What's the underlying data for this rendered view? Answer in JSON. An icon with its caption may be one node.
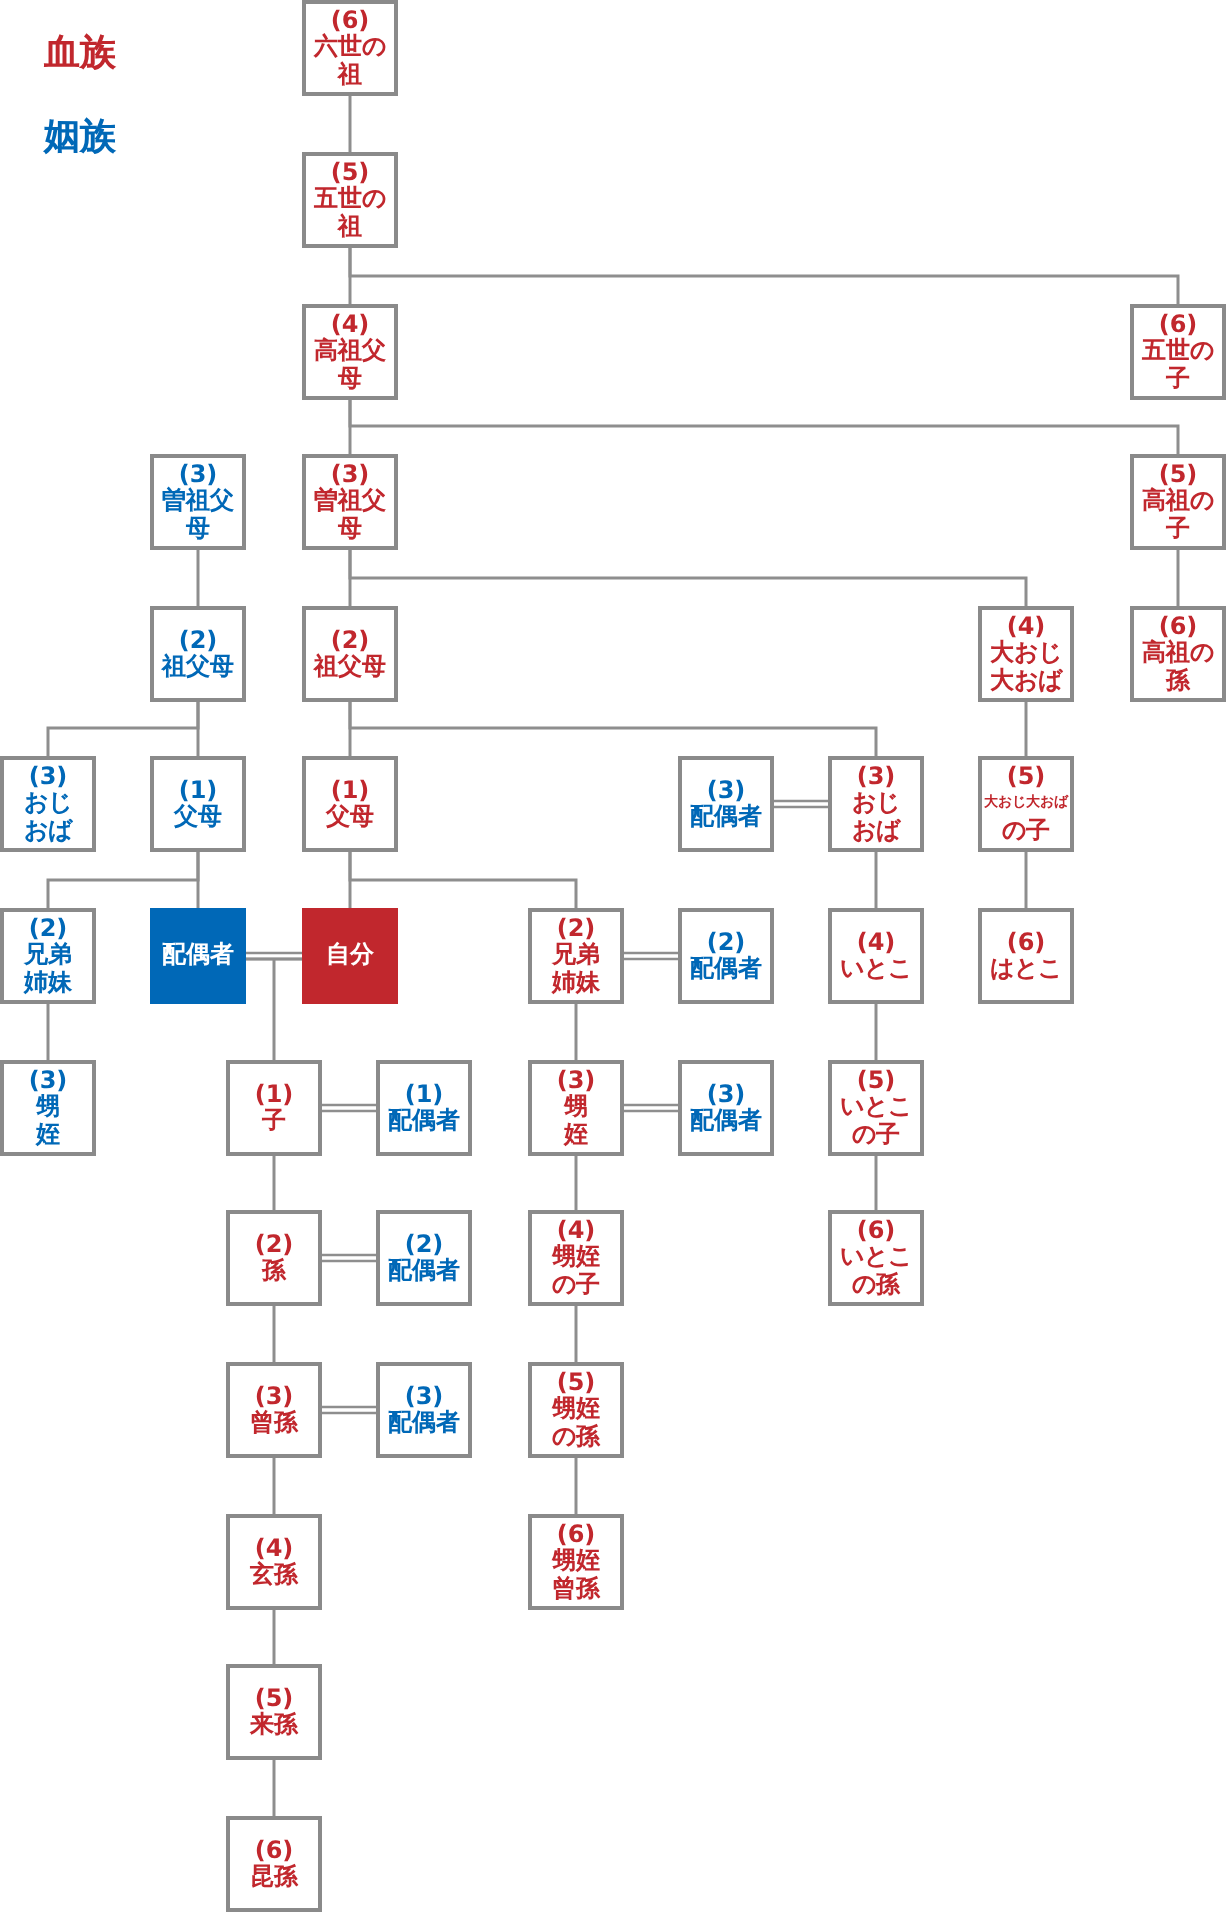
{
  "diagram": {
    "nodes": [
      {
        "text": [
          "(6)",
          "六世の祖"
        ]
      },
      {
        "text": [
          "(5)",
          "五世の祖"
        ]
      },
      {
        "text": [
          "(4)",
          "高祖父母"
        ]
      },
      {
        "text": [
          "(6)",
          "五世の子"
        ]
      },
      {
        "text": [
          "(3)",
          "曽祖父母"
        ]
      },
      {
        "text": [
          "(3)",
          "曽祖父母"
        ]
      },
      {
        "text": [
          "(5)",
          "高祖の子"
        ]
      },
      {
        "text": [
          "(2)",
          "祖父母"
        ]
      },
      {
        "text": [
          "(2)",
          "祖父母"
        ]
      },
      {
        "text": [
          "(4)",
          "大おじ大おば"
        ]
      },
      {
        "text": [
          "(6)",
          "高祖の孫"
        ]
      },
      {
        "text": [
          "(3)",
          "おじおば"
        ]
      },
      {
        "text": [
          "(1)",
          "父母"
        ]
      },
      {
        "text": [
          "(1)",
          "父母"
        ]
      },
      {
        "text": [
          "(3)",
          "配偶者"
        ]
      },
      {
        "text": [
          "(3)",
          "おじおば"
        ]
      },
      {
        "text": [
          "(5)",
          "大おじ大おばの子"
        ]
      },
      {
        "text": [
          "(2)",
          "兄弟姉妹"
        ]
      },
      {
        "text": [
          "配偶者"
        ]
      },
      {
        "text": [
          "自分"
        ]
      },
      {
        "text": [
          "(2)",
          "兄弟姉妹"
        ]
      },
      {
        "text": [
          "(2)",
          "配偶者"
        ]
      },
      {
        "text": [
          "(4)",
          "いとこ"
        ]
      },
      {
        "text": [
          "(6)",
          "はとこ"
        ]
      },
      {
        "text": [
          "(3)",
          "甥姪"
        ]
      },
      {
        "text": [
          "(1)",
          "子"
        ]
      },
      {
        "text": [
          "(1)",
          "配偶者"
        ]
      },
      {
        "text": [
          "(3)",
          "甥姪"
        ]
      },
      {
        "text": [
          "(3)",
          "配偶者"
        ]
      },
      {
        "text": [
          "(5)",
          "いとこの子"
        ]
      },
      {
        "text": [
          "(2)",
          "孫"
        ]
      },
      {
        "text": [
          "(2)",
          "配偶者"
        ]
      },
      {
        "text": [
          "(4)",
          "甥姪の子"
        ]
      },
      {
        "text": [
          "(6)",
          "いとこの孫"
        ]
      },
      {
        "text": [
          "(3)",
          "曾孫"
        ]
      },
      {
        "text": [
          "(3)",
          "配偶者"
        ]
      },
      {
        "text": [
          "(5)",
          "甥姪の孫"
        ]
      },
      {
        "text": [
          "(4)",
          "玄孫"
        ]
      },
      {
        "text": [
          "(6)",
          "甥姪曾孫"
        ]
      },
      {
        "text": [
          "(5)",
          "来孫"
        ]
      },
      {
        "text": [
          "(6)",
          "昆孫"
        ]
      }
    ],
    "edges": [
      {
        "from": 0,
        "to": 1,
        "arrow": "none"
      },
      {
        "from": 1,
        "to": 2,
        "arrow": "none"
      },
      {
        "from": 1,
        "to": 3,
        "arrow": "none"
      },
      {
        "from": 2,
        "to": 5,
        "arrow": "none"
      },
      {
        "from": 2,
        "to": 6,
        "arrow": "none"
      },
      {
        "from": 4,
        "to": 7,
        "arrow": "none"
      },
      {
        "from": 5,
        "to": 8,
        "arrow": "none"
      },
      {
        "from": 5,
        "to": 9,
        "arrow": "none"
      },
      {
        "from": 6,
        "to": 10,
        "arrow": "none"
      },
      {
        "from": 7,
        "to": 11,
        "arrow": "none"
      },
      {
        "from": 7,
        "to": 12,
        "arrow": "none"
      },
      {
        "from": 8,
        "to": 13,
        "arrow": "none"
      },
      {
        "from": 8,
        "to": 15,
        "arrow": "none"
      },
      {
        "from": 9,
        "to": 16,
        "arrow": "none"
      },
      {
        "from": 15,
        "to": 14,
        "arrow": "none"
      },
      {
        "from": 12,
        "to": 17,
        "arrow": "none"
      },
      {
        "from": 12,
        "to": 18,
        "arrow": "none"
      },
      {
        "from": 13,
        "to": 19,
        "arrow": "none"
      },
      {
        "from": 13,
        "to": 20,
        "arrow": "none"
      },
      {
        "from": 15,
        "to": 22,
        "arrow": "none"
      },
      {
        "from": 16,
        "to": 23,
        "arrow": "none"
      },
      {
        "from": 17,
        "to": 24,
        "arrow": "none"
      },
      {
        "from": 19,
        "to": 18,
        "arrow": "none"
      },
      {
        "from": 18,
        "to": 25,
        "arrow": "none"
      },
      {
        "from": 19,
        "to": 25,
        "arrow": "none"
      },
      {
        "from": 20,
        "to": 21,
        "arrow": "none"
      },
      {
        "from": 20,
        "to": 27,
        "arrow": "none"
      },
      {
        "from": 22,
        "to": 29,
        "arrow": "none"
      },
      {
        "from": 25,
        "to": 26,
        "arrow": "none"
      },
      {
        "from": 25,
        "to": 30,
        "arrow": "none"
      },
      {
        "from": 27,
        "to": 28,
        "arrow": "none"
      },
      {
        "from": 27,
        "to": 32,
        "arrow": "none"
      },
      {
        "from": 29,
        "to": 33,
        "arrow": "none"
      },
      {
        "from": 30,
        "to": 31,
        "arrow": "none"
      },
      {
        "from": 30,
        "to": 34,
        "arrow": "none"
      },
      {
        "from": 32,
        "to": 36,
        "arrow": "none"
      },
      {
        "from": 34,
        "to": 35,
        "arrow": "none"
      },
      {
        "from": 34,
        "to": 37,
        "arrow": "none"
      },
      {
        "from": 36,
        "to": 38,
        "arrow": "none"
      },
      {
        "from": 37,
        "to": 39,
        "arrow": "none"
      },
      {
        "from": 39,
        "to": 40,
        "arrow": "none"
      }
    ],
    "legend": [
      {
        "text": "血族",
        "color": "#c1272d"
      },
      {
        "text": "姻族",
        "color": "#0068b7"
      }
    ]
  }
}
